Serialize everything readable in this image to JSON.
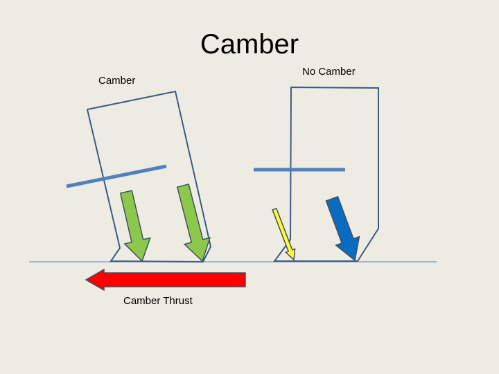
{
  "title": "Camber",
  "labels": {
    "camber": "Camber",
    "no_camber": "No Camber",
    "camber_thrust": "Camber Thrust"
  },
  "colors": {
    "background": "#eeebe2",
    "outline": "#3a5a85",
    "axle_bar": "#4f81bd",
    "green_arrow": "#8cc84b",
    "yellow_arrow": "#ffff33",
    "blue_arrow": "#0a6bc0",
    "red_arrow": "#ff0000"
  }
}
